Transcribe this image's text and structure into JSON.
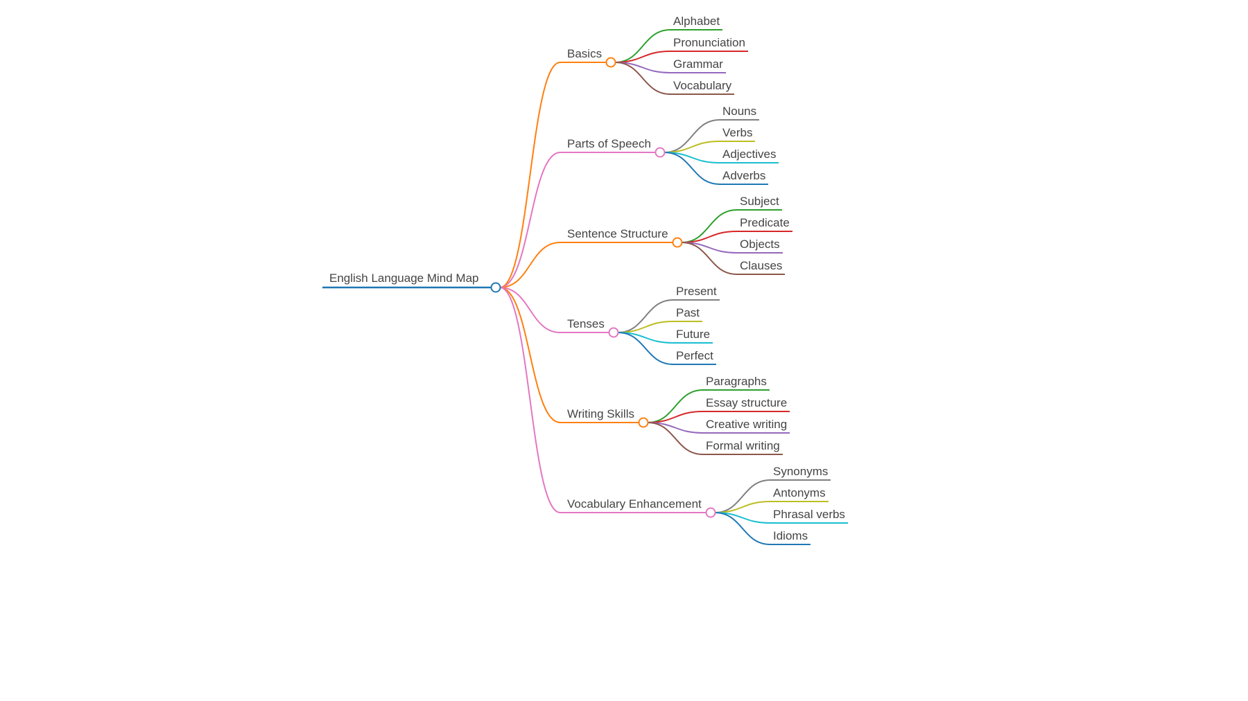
{
  "root": {
    "label": "English Language Mind Map",
    "color": "#1f77b4"
  },
  "branches": [
    {
      "label": "Basics",
      "color": "#ff7f0e",
      "children": [
        {
          "label": "Alphabet",
          "color": "#2ca02c"
        },
        {
          "label": "Pronunciation",
          "color": "#d62728"
        },
        {
          "label": "Grammar",
          "color": "#9467bd"
        },
        {
          "label": "Vocabulary",
          "color": "#8c564b"
        }
      ]
    },
    {
      "label": "Parts of Speech",
      "color": "#e377c2",
      "children": [
        {
          "label": "Nouns",
          "color": "#7f7f7f"
        },
        {
          "label": "Verbs",
          "color": "#bcbd22"
        },
        {
          "label": "Adjectives",
          "color": "#17becf"
        },
        {
          "label": "Adverbs",
          "color": "#1f77b4"
        }
      ]
    },
    {
      "label": "Sentence Structure",
      "color": "#ff7f0e",
      "children": [
        {
          "label": "Subject",
          "color": "#2ca02c"
        },
        {
          "label": "Predicate",
          "color": "#d62728"
        },
        {
          "label": "Objects",
          "color": "#9467bd"
        },
        {
          "label": "Clauses",
          "color": "#8c564b"
        }
      ]
    },
    {
      "label": "Tenses",
      "color": "#e377c2",
      "children": [
        {
          "label": "Present",
          "color": "#7f7f7f"
        },
        {
          "label": "Past",
          "color": "#bcbd22"
        },
        {
          "label": "Future",
          "color": "#17becf"
        },
        {
          "label": "Perfect",
          "color": "#1f77b4"
        }
      ]
    },
    {
      "label": "Writing Skills",
      "color": "#ff7f0e",
      "children": [
        {
          "label": "Paragraphs",
          "color": "#2ca02c"
        },
        {
          "label": "Essay structure",
          "color": "#d62728"
        },
        {
          "label": "Creative writing",
          "color": "#9467bd"
        },
        {
          "label": "Formal writing",
          "color": "#8c564b"
        }
      ]
    },
    {
      "label": "Vocabulary Enhancement",
      "color": "#e377c2",
      "children": [
        {
          "label": "Synonyms",
          "color": "#7f7f7f"
        },
        {
          "label": "Antonyms",
          "color": "#bcbd22"
        },
        {
          "label": "Phrasal verbs",
          "color": "#17becf"
        },
        {
          "label": "Idioms",
          "color": "#1f77b4"
        }
      ]
    }
  ]
}
